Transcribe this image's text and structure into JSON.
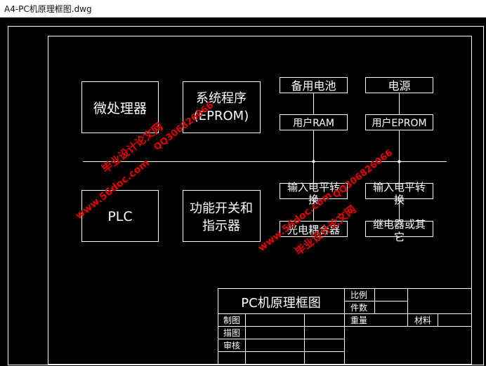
{
  "window": {
    "title": "A4-PC机原理框图.dwg"
  },
  "diagram": {
    "blocks": {
      "microprocessor": "微处理器",
      "system_program": [
        "系统程序",
        "(EPROM)"
      ],
      "plc": "PLC",
      "function_switch": [
        "功能开关和",
        "指示器"
      ],
      "backup_battery": "备用电池",
      "power_supply": "电源",
      "user_ram": "用户RAM",
      "user_eprom": "用户EPROM",
      "input_level_1": [
        "输入电平转",
        "换"
      ],
      "input_level_2": [
        "输入电平转",
        "换"
      ],
      "optocoupler": "光电耦合器",
      "relay_other": [
        "继电器或其",
        "它"
      ]
    }
  },
  "title_block": {
    "drawing_title": "PC机原理框图",
    "scale": "比例",
    "quantity": "件数",
    "drawn": "制图",
    "traced": "描图",
    "checked": "审核",
    "weight": "重量",
    "material": "材料"
  },
  "watermarks": {
    "site": "www.56doc.com",
    "qq": "QQ306826066",
    "name": "毕业设计论文网"
  },
  "colors": {
    "background": "#000000",
    "lines": "#ffffff",
    "watermark": "#e60000"
  }
}
